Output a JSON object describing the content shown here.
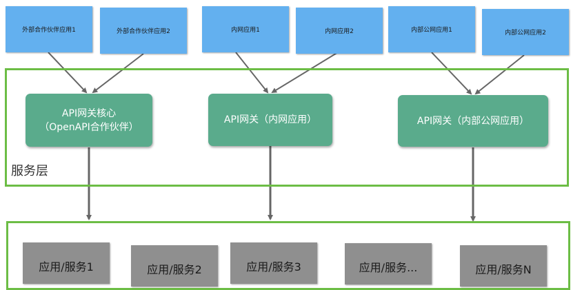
{
  "apps": [
    {
      "label": "外部合作伙伴应用1"
    },
    {
      "label": "外部合作伙伴应用2"
    },
    {
      "label": "内网应用1"
    },
    {
      "label": "内网应用2"
    },
    {
      "label": "内部公网应用1"
    },
    {
      "label": "内部公网应用2"
    }
  ],
  "gateways": [
    {
      "label": "API网关核心（OpenAPI合作伙伴）"
    },
    {
      "label": "API网关（内网应用）"
    },
    {
      "label": "API网关（内部公网应用）"
    }
  ],
  "service_layer": {
    "label": "服务层"
  },
  "services": [
    {
      "label": "应用/服务1"
    },
    {
      "label": "应用/服务2"
    },
    {
      "label": "应用/服务3"
    },
    {
      "label": "应用/服务..."
    },
    {
      "label": "应用/服务N"
    }
  ],
  "colors": {
    "app_fill": "#63b0ef",
    "gateway_fill": "#5aab8c",
    "layer_border": "#6cbd45",
    "service_fill": "#8f8f8f",
    "arrow": "#666666"
  }
}
